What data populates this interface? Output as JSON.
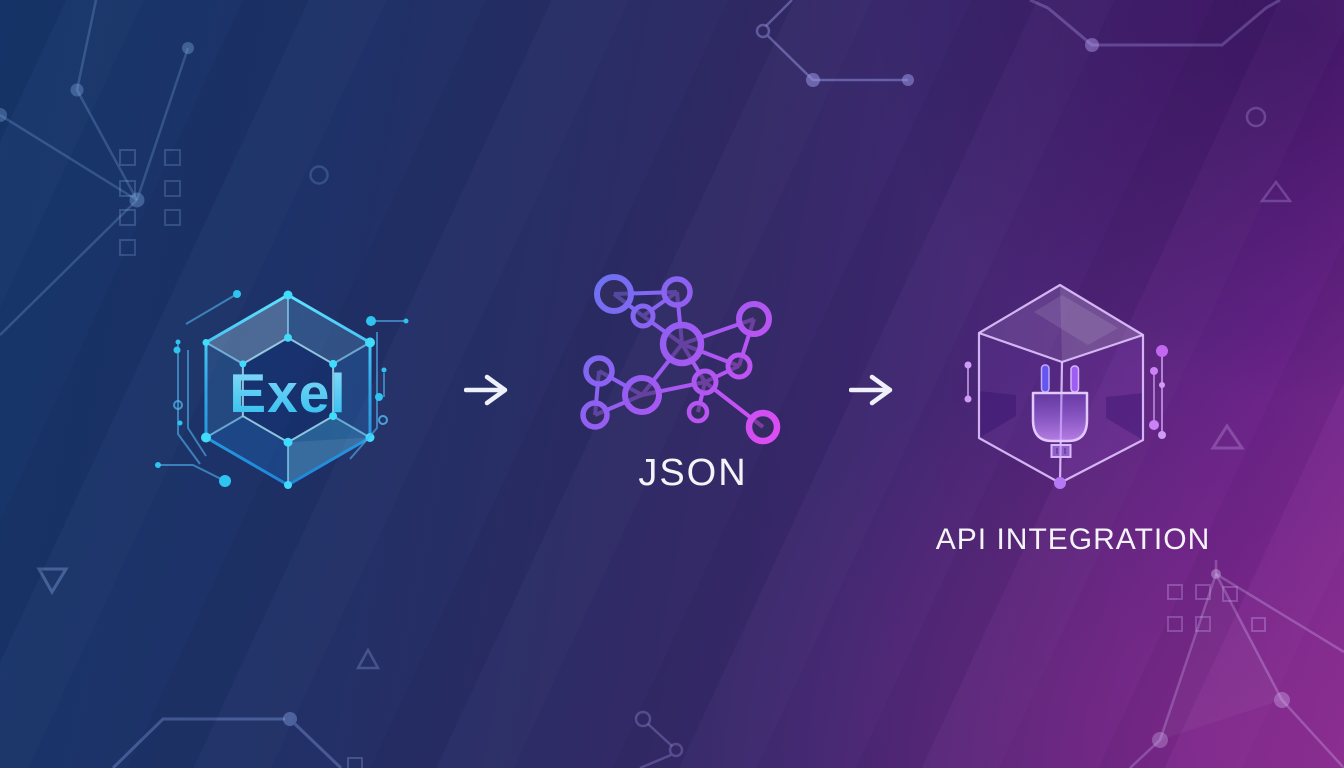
{
  "illustration": {
    "name": "Excel to JSON to API integration flow",
    "steps": [
      {
        "id": "excel",
        "icon": "excel-hexagon-icon",
        "label": "Exel"
      },
      {
        "id": "json",
        "icon": "json-network-icon",
        "label": "JSON"
      },
      {
        "id": "api",
        "icon": "api-cube-plug-icon",
        "label": "API INTEGRATION"
      }
    ],
    "connector_icon": "arrow-right-icon",
    "connector_glyph": "→"
  },
  "colors": {
    "background_blue": "#16366a",
    "background_purple": "#7c2b8e",
    "excel_cyan": "#2fc4f0",
    "excel_dot_cyan": "#41dcfb",
    "network_blue": "#6a73f2",
    "network_violet": "#9a5bf2",
    "network_magenta": "#d94df2",
    "cube_lavender": "#e2c8ff",
    "plug_purple": "#a86cf5",
    "label_text": "#f4f4f8",
    "arrow_white": "#eef0fa"
  }
}
